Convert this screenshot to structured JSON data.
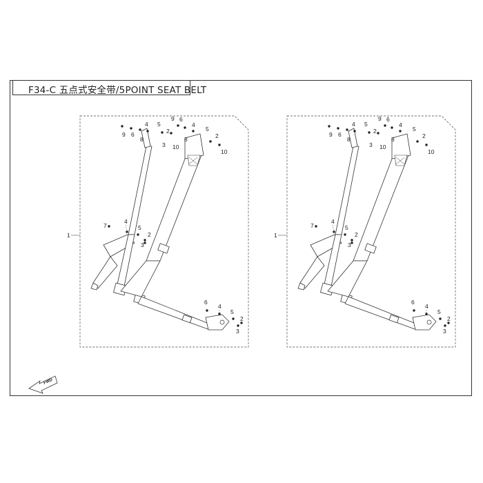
{
  "diagram": {
    "title": "F34-C 五点式安全带/5POINT SEAT BELT",
    "assembly_ref": "1",
    "callouts_upper": [
      "9",
      "6",
      "8",
      "4",
      "3",
      "10",
      "5",
      "2",
      "7",
      "9",
      "6",
      "8",
      "4",
      "3",
      "10",
      "5",
      "2"
    ],
    "callouts_mid": [
      "7",
      "4",
      "5",
      "2",
      "3"
    ],
    "callouts_lower": [
      "6",
      "4",
      "5",
      "2",
      "3"
    ],
    "fwd_label": "FWD",
    "colors": {
      "line": "#333333",
      "belt_fill": "#ffffff",
      "frame": "#333333"
    }
  }
}
